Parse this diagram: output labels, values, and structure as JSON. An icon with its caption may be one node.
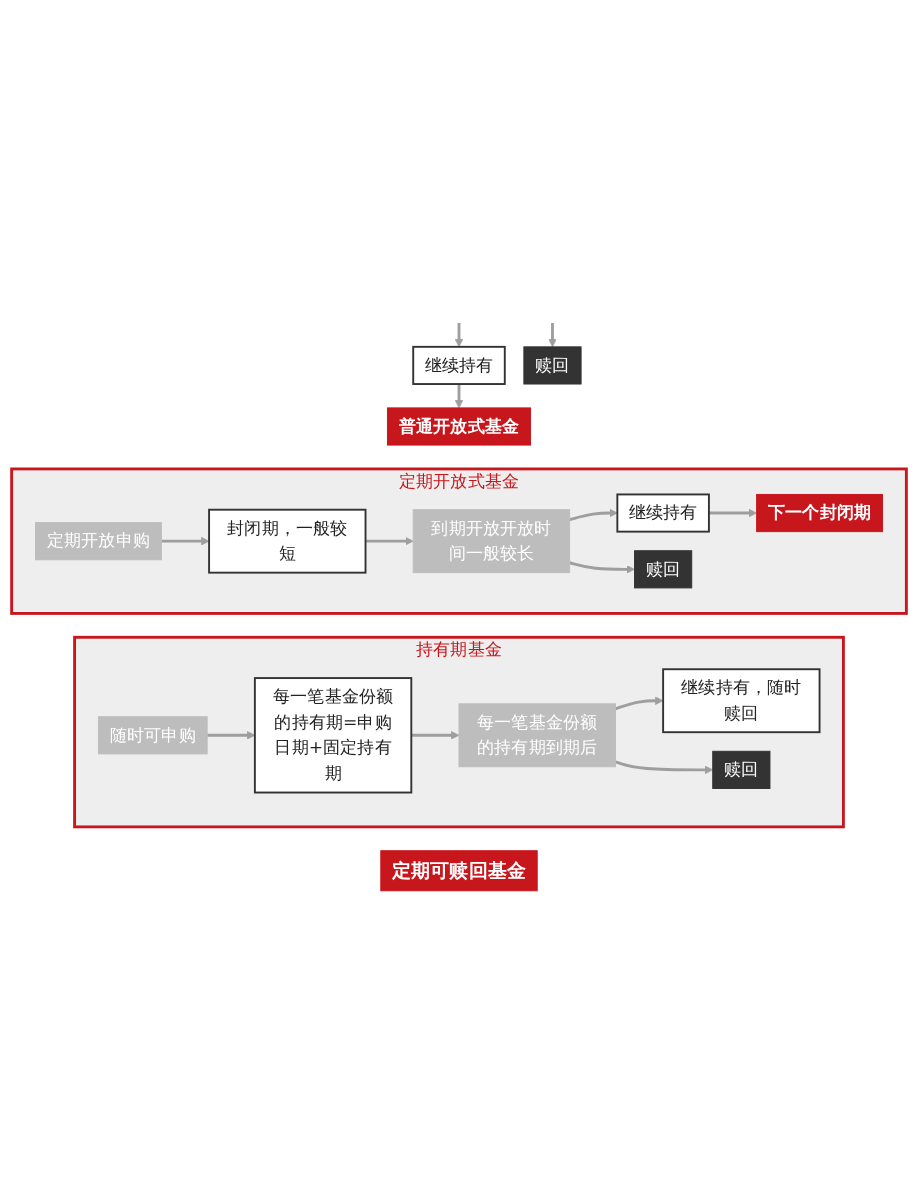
{
  "diagram": {
    "nodes": [
      {
        "text": [
          "普通开放式基金"
        ]
      },
      {
        "text": [
          "继续持有"
        ]
      },
      {
        "text": [
          "赎回"
        ]
      },
      {
        "text": [
          "定期开放式基金"
        ]
      },
      {
        "text": [
          "定期开放申购"
        ],
        "in": 3
      },
      {
        "text": [
          "封闭期，一般较短"
        ],
        "in": 3
      },
      {
        "text": [
          "到期开放开放时间一般较长"
        ],
        "in": 3
      },
      {
        "text": [
          "下一个封闭期"
        ],
        "in": 3
      },
      {
        "text": [
          "继续持有"
        ],
        "in": 3
      },
      {
        "text": [
          "赎回"
        ],
        "in": 3
      },
      {
        "text": [
          "持有期基金"
        ]
      },
      {
        "text": [
          "随时可申购"
        ],
        "in": 10
      },
      {
        "text": [
          "每一笔基金份额的持有期=申购日期+固定持有期"
        ],
        "in": 10
      },
      {
        "text": [
          "每一笔基金份额的持有期到期后"
        ],
        "in": 10
      },
      {
        "text": [
          "继续持有，随时赎回"
        ],
        "in": 10
      },
      {
        "text": [
          "赎回"
        ],
        "in": 10
      },
      {
        "text": [
          "定期可赎回基金"
        ]
      }
    ],
    "edges": [
      {
        "from": null,
        "to": 1,
        "arrow": "to"
      },
      {
        "from": 1,
        "to": 0,
        "arrow": "to"
      },
      {
        "from": null,
        "to": 2,
        "arrow": "to"
      },
      {
        "from": 4,
        "to": 5,
        "arrow": "to"
      },
      {
        "from": 5,
        "to": 6,
        "arrow": "to"
      },
      {
        "from": 6,
        "to": 8,
        "arrow": "to"
      },
      {
        "from": 6,
        "to": 9,
        "arrow": "to"
      },
      {
        "from": 8,
        "to": 7,
        "arrow": "to"
      },
      {
        "from": 11,
        "to": 12,
        "arrow": "to"
      },
      {
        "from": 12,
        "to": 13,
        "arrow": "to"
      },
      {
        "from": 13,
        "to": 14,
        "arrow": "to"
      },
      {
        "from": 13,
        "to": 15,
        "arrow": "to"
      }
    ]
  }
}
